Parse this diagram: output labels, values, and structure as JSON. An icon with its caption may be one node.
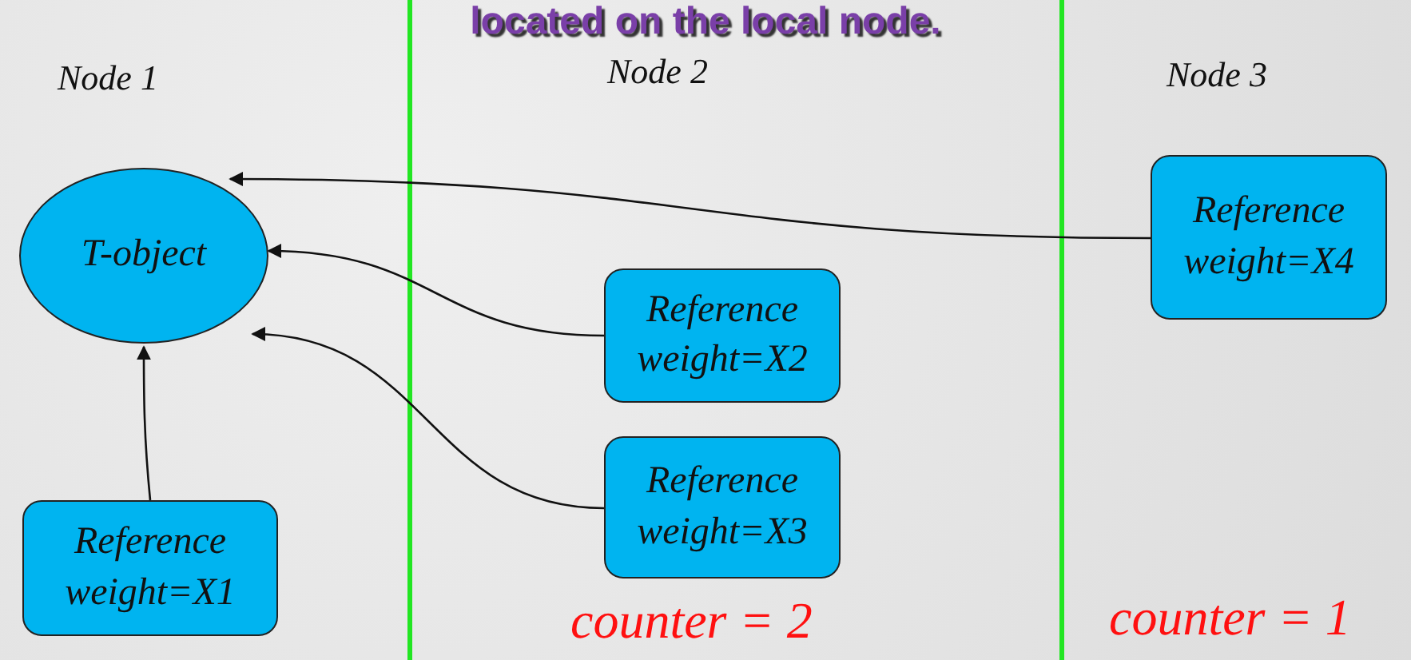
{
  "diagram": {
    "title": "located on the local node.",
    "nodes": [
      {
        "text": [
          "T-object"
        ]
      },
      {
        "text": [
          "Reference weight=X1"
        ]
      },
      {
        "text": [
          "Reference weight=X2"
        ]
      },
      {
        "text": [
          "Reference weight=X3"
        ]
      },
      {
        "text": [
          "Reference weight=X4"
        ]
      }
    ],
    "edges": [
      {
        "from": 1,
        "to": 0,
        "arrow": "to"
      },
      {
        "from": 2,
        "to": 0,
        "arrow": "to"
      },
      {
        "from": 3,
        "to": 0,
        "arrow": "to"
      },
      {
        "from": 4,
        "to": 0,
        "arrow": "to"
      }
    ],
    "labels": [
      "Node 1",
      "Node 2",
      "Node 3",
      "counter = 2",
      "counter = 1"
    ]
  }
}
